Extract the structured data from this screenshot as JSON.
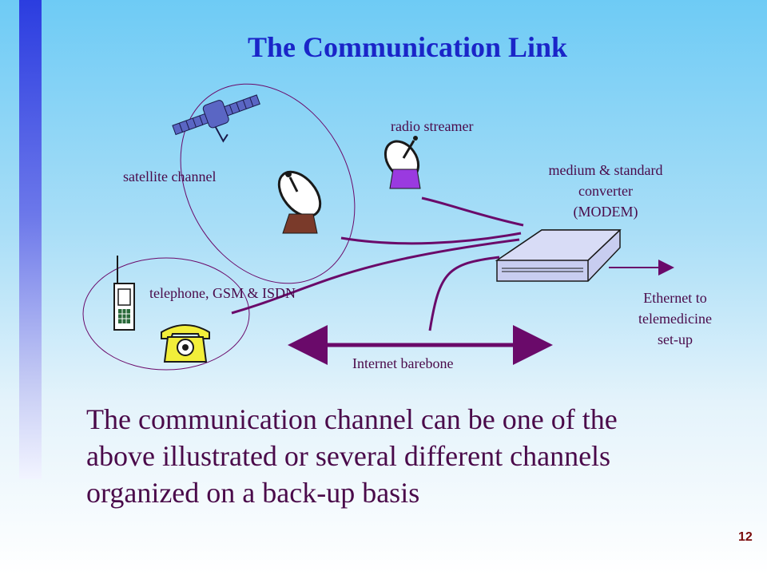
{
  "slide": {
    "title": "The Communication Link",
    "page_number": "12"
  },
  "labels": {
    "satellite": "satellite channel",
    "radio": "radio streamer",
    "telephone": "telephone, GSM & ISDN",
    "modem_line1": "medium & standard",
    "modem_line2": "converter",
    "modem_line3": "(MODEM)",
    "ethernet_line1": "Ethernet to",
    "ethernet_line2": "telemedicine",
    "ethernet_line3": "set-up",
    "internet": "Internet barebone"
  },
  "body": {
    "line1": "The communication channel can be one of the",
    "line2": "above illustrated or several different channels",
    "line3": "organized on a back-up basis"
  },
  "colors": {
    "line": "#6a0a6a",
    "satellite": "#5a66c4",
    "dish_mount": "#7a3a2a",
    "radio_mount": "#9a3ae0",
    "phone": "#f2ee3a",
    "modem": "#c8cdf0"
  },
  "icons": [
    "satellite-icon",
    "satellite-dish-icon",
    "radio-dish-icon",
    "mobile-phone-icon",
    "desk-phone-icon",
    "modem-icon"
  ]
}
